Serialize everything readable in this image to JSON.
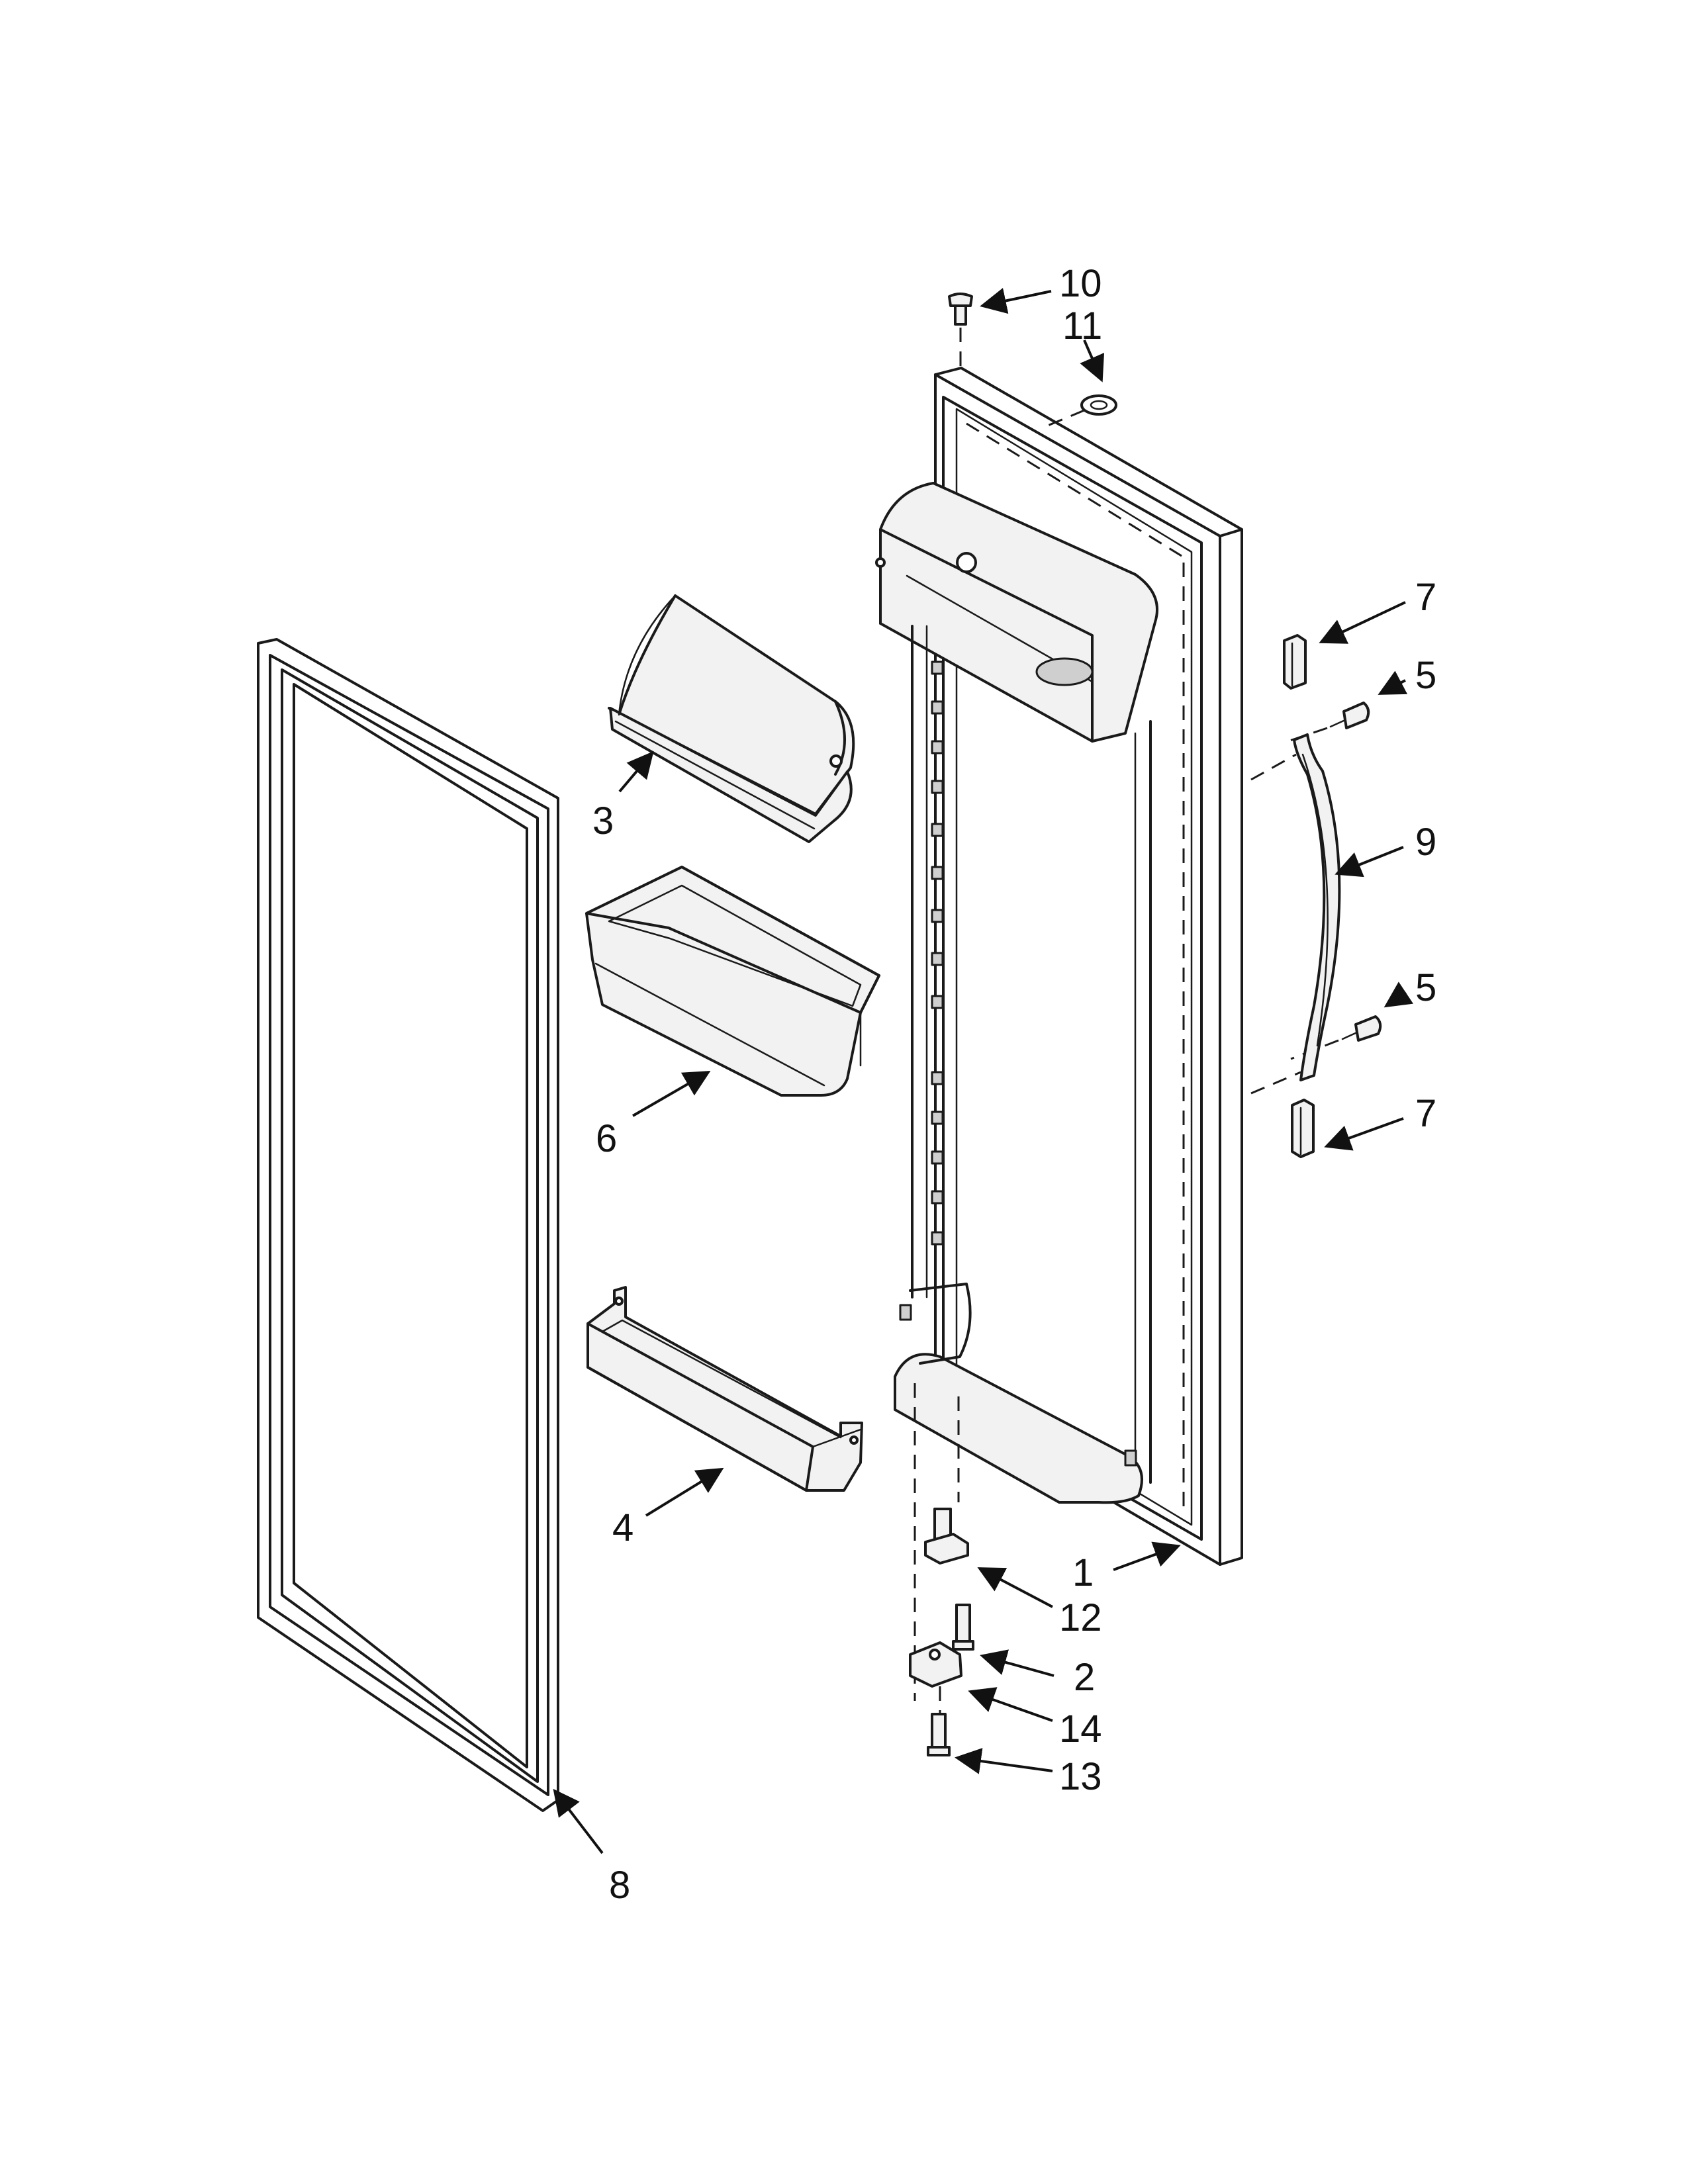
{
  "callouts": {
    "c1": "1",
    "c2": "2",
    "c3": "3",
    "c4": "4",
    "c5a": "5",
    "c5b": "5",
    "c6": "6",
    "c7a": "7",
    "c7b": "7",
    "c8": "8",
    "c9": "9",
    "c10": "10",
    "c11": "11",
    "c12": "12",
    "c13": "13",
    "c14": "14"
  }
}
